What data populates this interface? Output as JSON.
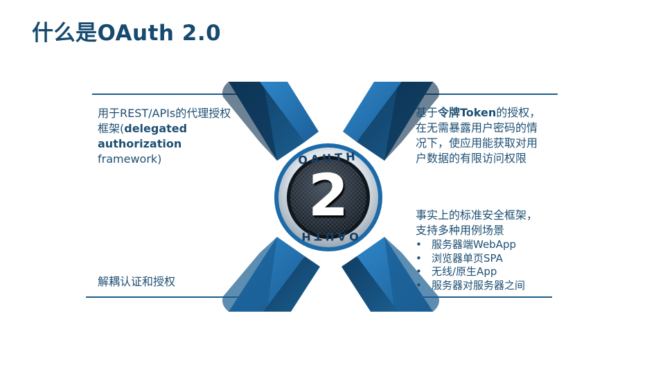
{
  "title": "什么是OAuth 2.0",
  "logo": {
    "ring_text_top": "OAUTH",
    "ring_text_bottom": "OAUTH",
    "numeral": "2"
  },
  "left_top": {
    "line1": "用于REST/APIs的代理授权",
    "line2_prefix": "框架(",
    "bold1": "delegated",
    "bold2": "authorization",
    "line4": "framework)"
  },
  "left_bottom": {
    "text": "解耦认证和授权"
  },
  "right_top": {
    "prefix": "基于",
    "bold": "令牌Token",
    "rest1": "的授权，",
    "line2": "在无需暴露用户密码的情",
    "line3": "况下，使应用能获取对用",
    "line4": "户数据的有限访问权限"
  },
  "right_bottom": {
    "line1": "事实上的标准安全框架，",
    "line2": "支持多种用例场景",
    "bullet_char": "•",
    "bullets": [
      "服务器端WebApp",
      "浏览器单页SPA",
      "无线/原生App",
      "服务器对服务器之间"
    ]
  },
  "colors": {
    "dark_blue": "#164a6e",
    "arrow_mid": "#1f5f93",
    "arrow_light": "#2a7bbd",
    "bright_blue": "#0a8fd8"
  }
}
